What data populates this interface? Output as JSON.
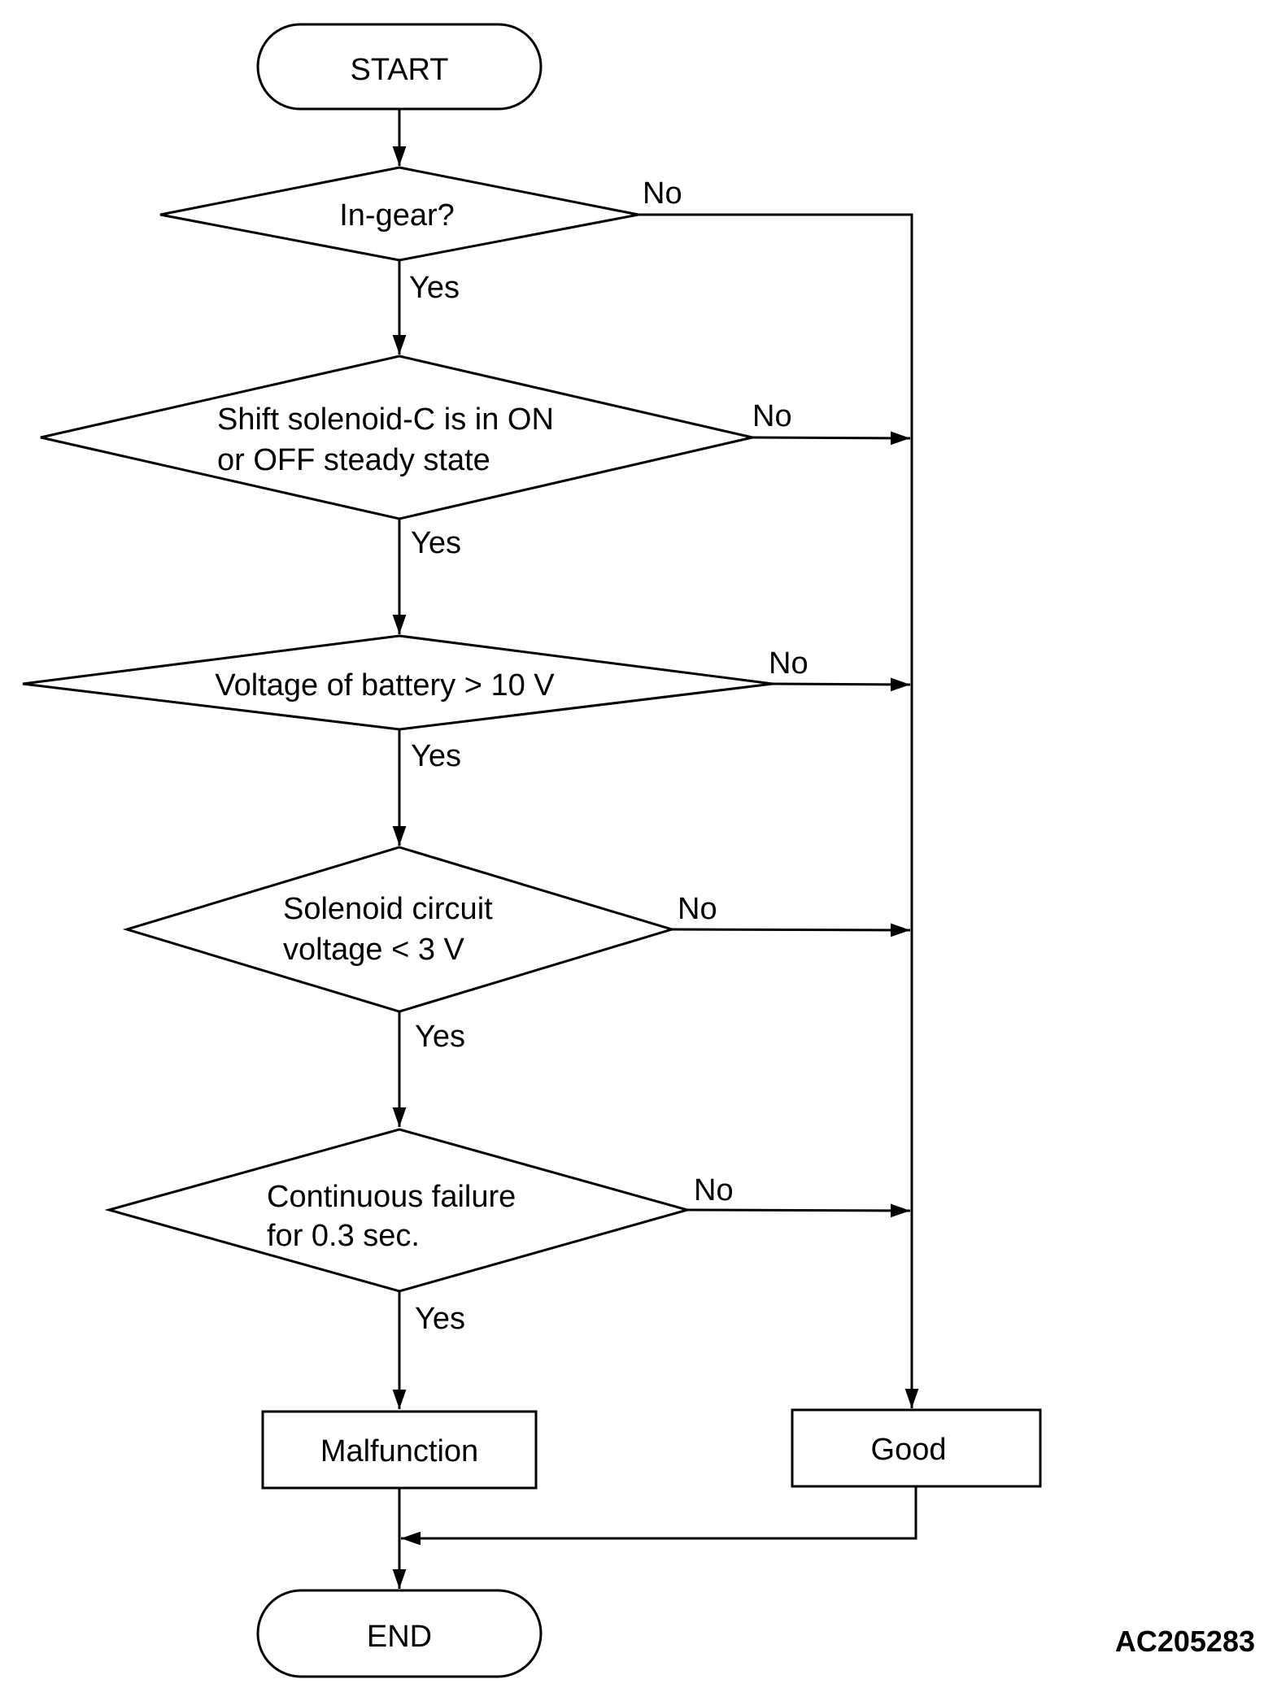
{
  "start": "START",
  "end": "END",
  "decisions": [
    {
      "lines": [
        "In-gear?"
      ],
      "yes": "Yes",
      "no": "No"
    },
    {
      "lines": [
        "Shift solenoid-C is in ON",
        "or OFF steady state"
      ],
      "yes": "Yes",
      "no": "No"
    },
    {
      "lines": [
        "Voltage of battery > 10 V"
      ],
      "yes": "Yes",
      "no": "No"
    },
    {
      "lines": [
        "Solenoid circuit",
        "voltage < 3 V"
      ],
      "yes": "Yes",
      "no": "No"
    },
    {
      "lines": [
        "Continuous failure",
        "for 0.3 sec."
      ],
      "yes": "Yes",
      "no": "No"
    }
  ],
  "outcomes": {
    "malfunction": "Malfunction",
    "good": "Good"
  },
  "figure_code": "AC205283"
}
